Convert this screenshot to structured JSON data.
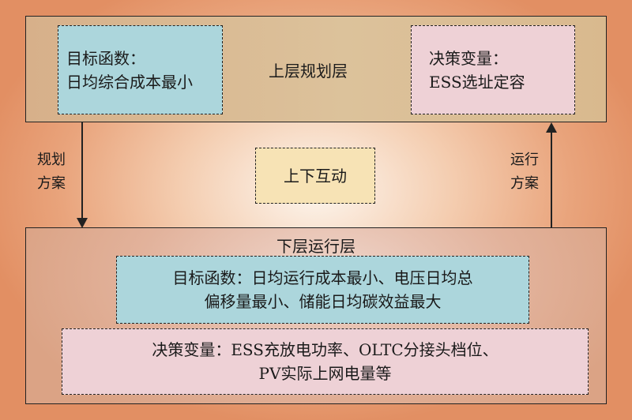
{
  "upper_layer": {
    "title": "上层规划层",
    "objective": {
      "label": "目标函数：",
      "text": "日均综合成本最小"
    },
    "variables": {
      "label": "决策变量：",
      "text": "ESS选址定容"
    }
  },
  "left_arrow": {
    "line1": "规划",
    "line2": "方案"
  },
  "right_arrow": {
    "line1": "运行",
    "line2": "方案"
  },
  "interaction": "上下互动",
  "lower_layer": {
    "title": "下层运行层",
    "objective": {
      "line1": "目标函数：日均运行成本最小、电压日均总",
      "line2": "偏移量最小、储能日均碳效益最大"
    },
    "variables": {
      "line1": "决策变量：ESS充放电功率、OLTC分接头档位、",
      "line2": "PV实际上网电量等"
    }
  },
  "colors": {
    "teal": "#acd6dc",
    "pink": "#eed1d6",
    "tan": "#dcc29b",
    "orange": "#e28f63"
  }
}
